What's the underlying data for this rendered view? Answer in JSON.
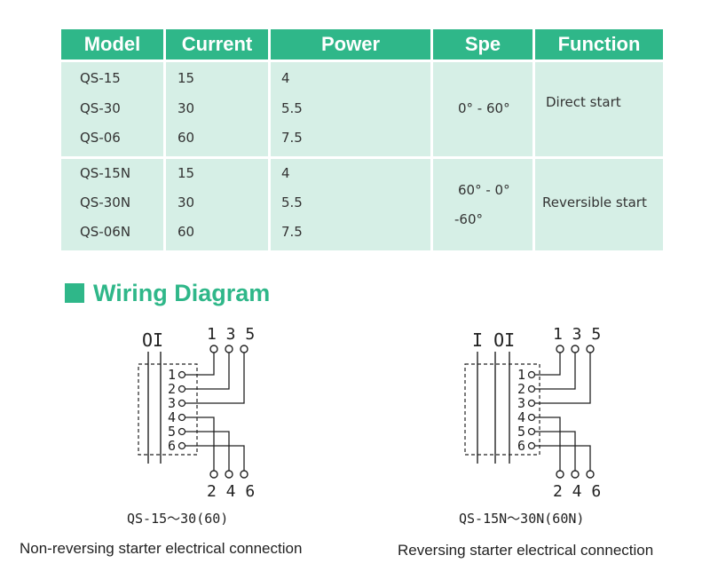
{
  "table": {
    "headers": [
      "Model",
      "Current",
      "Power",
      "Spe",
      "Function"
    ],
    "groups": [
      {
        "models": [
          "QS-15",
          "QS-30",
          "QS-06"
        ],
        "currents": [
          "15",
          "30",
          "60"
        ],
        "powers": [
          "4",
          "5.5",
          "7.5"
        ],
        "spe_line1": "0° - 60°",
        "spe_line2": "",
        "function": "Direct start"
      },
      {
        "models": [
          "QS-15N",
          "QS-30N",
          "QS-06N"
        ],
        "currents": [
          "15",
          "30",
          "60"
        ],
        "powers": [
          "4",
          "5.5",
          "7.5"
        ],
        "spe_line1": "60° - 0°",
        "spe_line2": "-60°",
        "function": "Reversible start"
      }
    ]
  },
  "section": {
    "title": "Wiring Diagram"
  },
  "diagrams": [
    {
      "switch_label": "OI",
      "top_terminals": "1 3 5",
      "side_terminals": [
        "1",
        "2",
        "3",
        "4",
        "5",
        "6"
      ],
      "bottom_terminals": "2 4 6",
      "model_label": "QS-15～30(60)",
      "caption": "Non-reversing starter electrical connection"
    },
    {
      "switch_label": "I OI",
      "top_terminals": "1 3 5",
      "side_terminals": [
        "1",
        "2",
        "3",
        "4",
        "5",
        "6"
      ],
      "bottom_terminals": "2 4 6",
      "model_label": "QS-15N～30N(60N)",
      "caption": "Reversing starter electrical connection"
    }
  ],
  "colors": {
    "accent": "#2fb789",
    "cell_bg": "#d6efe6"
  }
}
